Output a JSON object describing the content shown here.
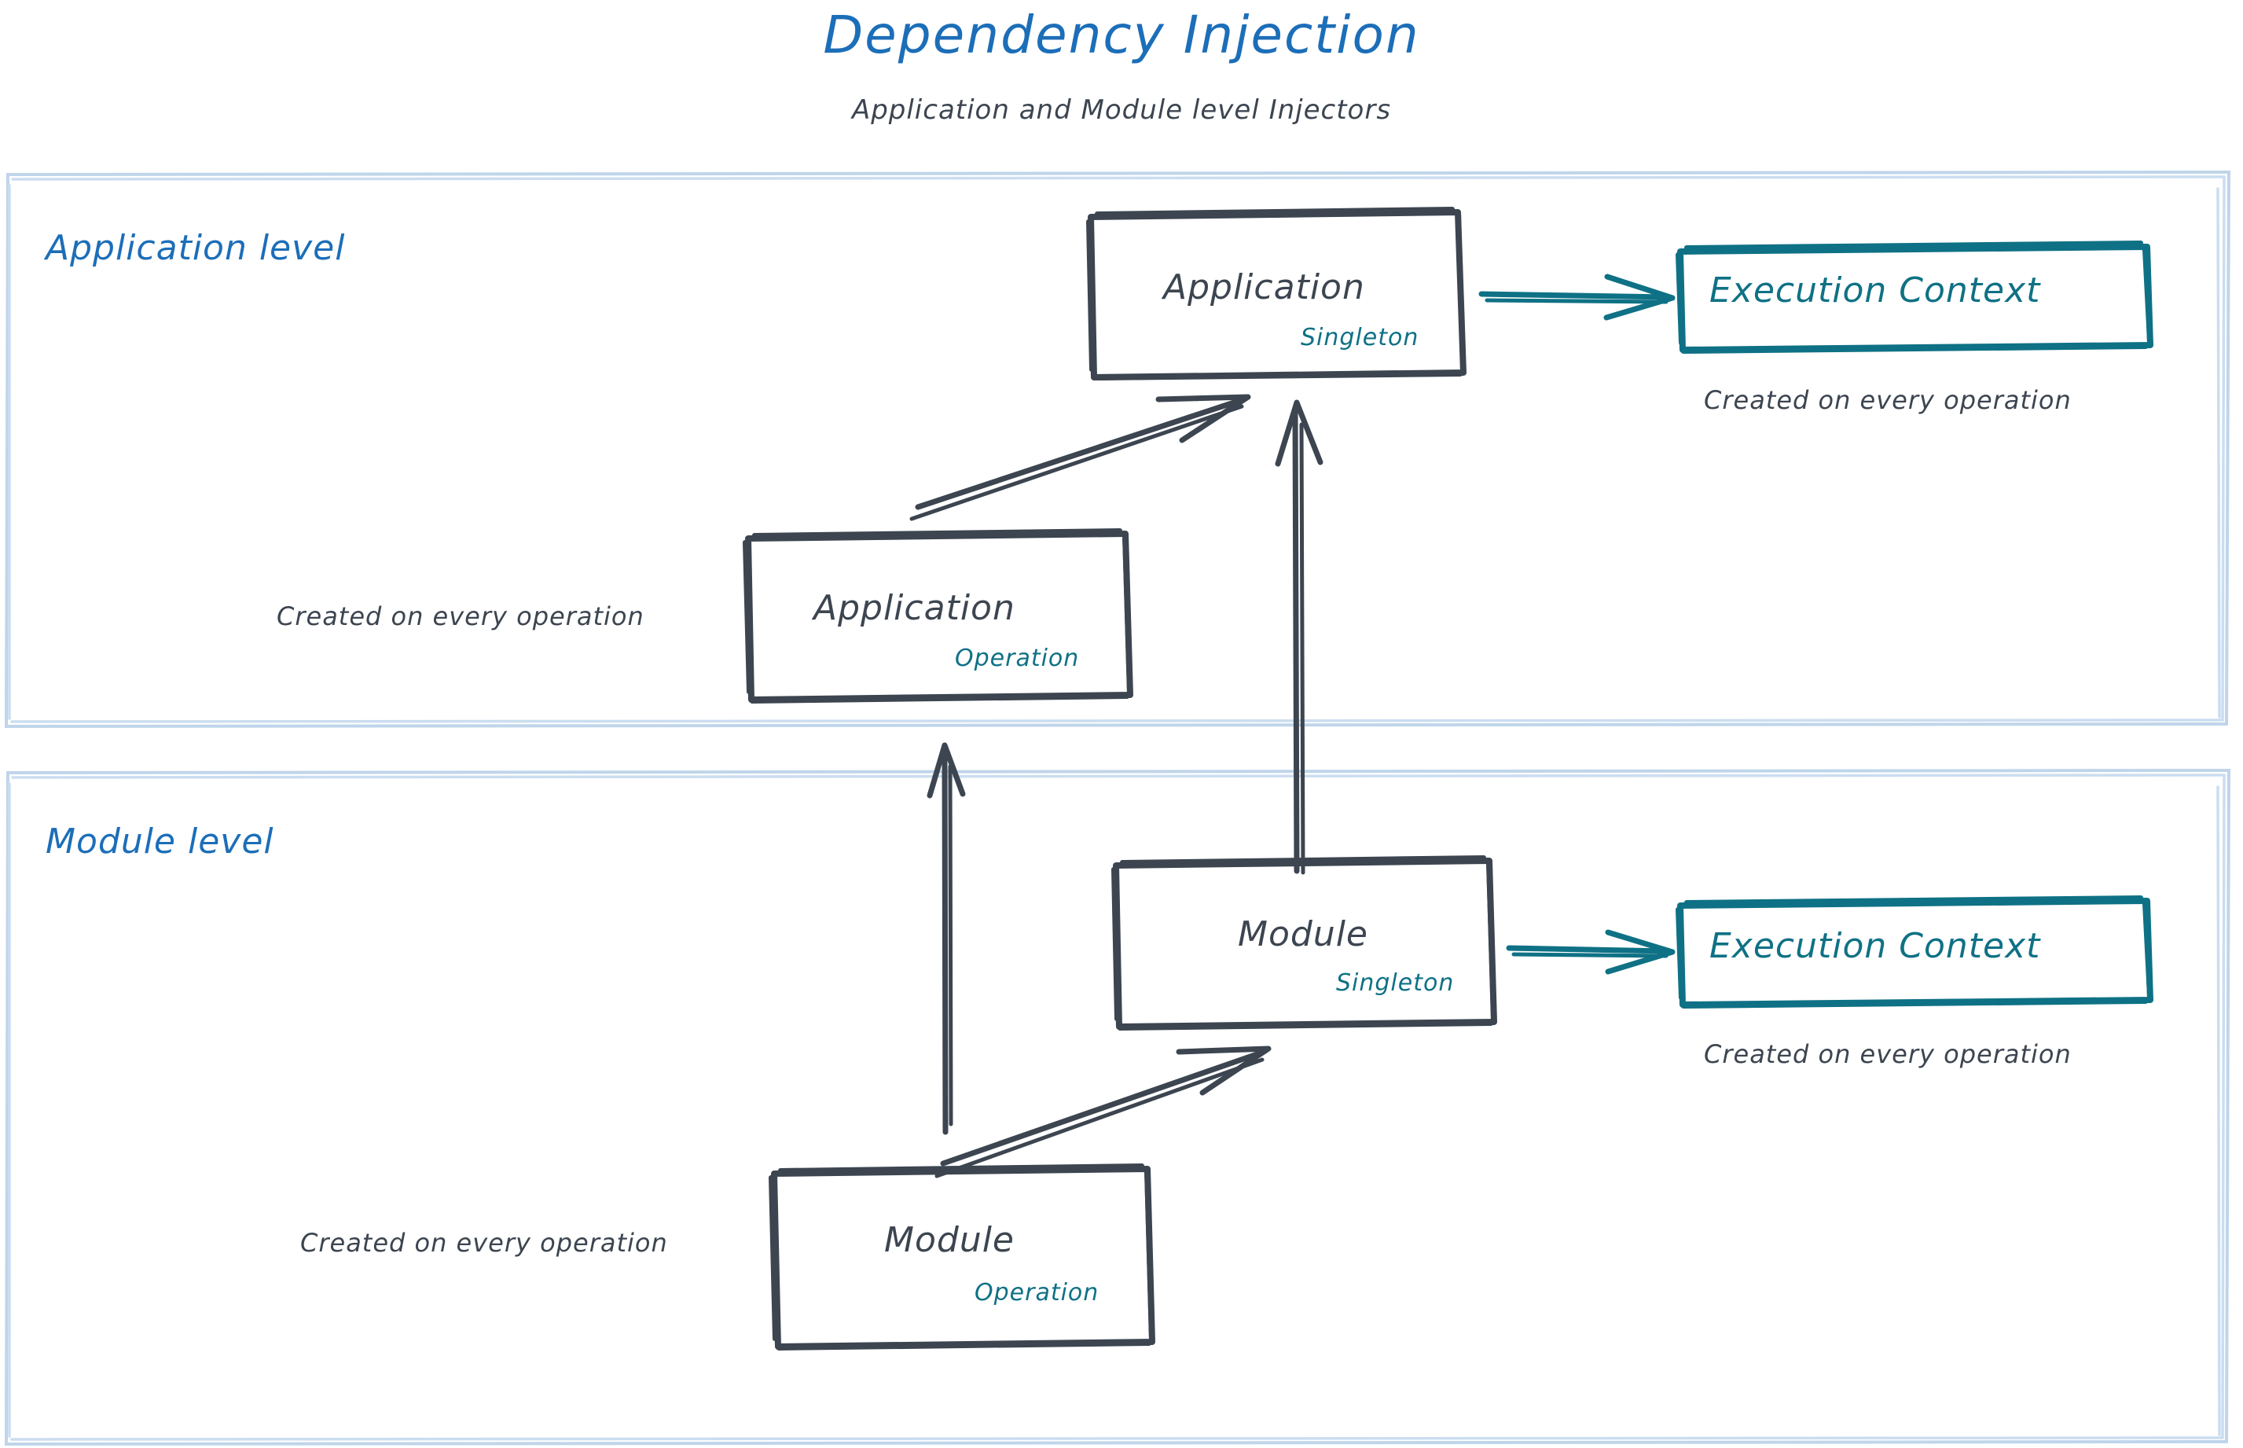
{
  "header": {
    "title": "Dependency Injection",
    "subtitle": "Application and Module level Injectors"
  },
  "colors": {
    "title_blue": "#1C6EB8",
    "lane_blue": "#1C6EB8",
    "lane_border": "#BFD5EA",
    "node_gray": "#3C4550",
    "accent_teal": "#0F7185",
    "background": "#FFFFFF"
  },
  "lanes": [
    {
      "id": "application-level",
      "title": "Application level",
      "nodes": [
        {
          "id": "application-singleton",
          "label": "Application",
          "scope": "Singleton",
          "style": "gray-box"
        },
        {
          "id": "execution-context-application",
          "label": "Execution Context",
          "style": "teal-box",
          "note": "Created on every operation"
        },
        {
          "id": "application-operation",
          "label": "Application",
          "scope": "Operation",
          "style": "gray-box",
          "note": "Created on every operation"
        }
      ]
    },
    {
      "id": "module-level",
      "title": "Module level",
      "nodes": [
        {
          "id": "module-singleton",
          "label": "Module",
          "scope": "Singleton",
          "style": "gray-box"
        },
        {
          "id": "execution-context-module",
          "label": "Execution Context",
          "style": "teal-box",
          "note": "Created on every operation"
        },
        {
          "id": "module-operation",
          "label": "Module",
          "scope": "Operation",
          "style": "gray-box",
          "note": "Created on every operation"
        }
      ]
    }
  ],
  "edges": [
    {
      "id": "app-singleton-to-exec-ctx",
      "from": "application-singleton",
      "to": "execution-context-application",
      "color": "#0F7185",
      "direction": "right"
    },
    {
      "id": "app-operation-to-app-singleton",
      "from": "application-operation",
      "to": "application-singleton",
      "color": "#3C4550",
      "direction": "up-right"
    },
    {
      "id": "module-singleton-to-app-singleton",
      "from": "module-singleton",
      "to": "application-singleton",
      "color": "#3C4550",
      "direction": "up"
    },
    {
      "id": "module-operation-to-app-operation",
      "from": "module-operation",
      "to": "application-operation",
      "color": "#3C4550",
      "direction": "up"
    },
    {
      "id": "module-operation-to-module-singleton",
      "from": "module-operation",
      "to": "module-singleton",
      "color": "#3C4550",
      "direction": "up-right"
    },
    {
      "id": "module-singleton-to-exec-ctx",
      "from": "module-singleton",
      "to": "execution-context-module",
      "color": "#0F7185",
      "direction": "right"
    }
  ],
  "text_nodes": {
    "app_singleton_main": "Application",
    "app_singleton_sub": "Singleton",
    "exec_ctx_1_label": "Execution Context",
    "exec_ctx_1_note": "Created on every operation",
    "app_op_main": "Application",
    "app_op_sub": "Operation",
    "app_op_note": "Created on every operation",
    "mod_singleton_main": "Module",
    "mod_singleton_sub": "Singleton",
    "exec_ctx_2_label": "Execution Context",
    "exec_ctx_2_note": "Created on every operation",
    "mod_op_main": "Module",
    "mod_op_sub": "Operation",
    "mod_op_note": "Created on every operation",
    "lane_app_title": "Application level",
    "lane_mod_title": "Module level"
  }
}
